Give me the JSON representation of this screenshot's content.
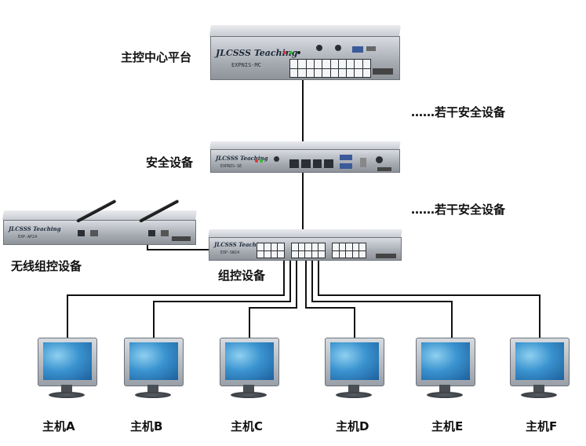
{
  "labels": {
    "central_platform": "主控中心平台",
    "security_device": "安全设备",
    "wireless_group_device": "无线组控设备",
    "group_control_device": "组控设备"
  },
  "notes": {
    "security_devices_1": "……若干安全设备",
    "security_devices_2": "……若干安全设备"
  },
  "devices": {
    "brand": "JLCSSS Teaching",
    "central_model": "EXPNIS-MC",
    "security_model": "EXPNIS-SE",
    "switch_model": "EXP-SW24",
    "wireless_model": "EXP-AP24"
  },
  "hosts": [
    {
      "label": "主机A"
    },
    {
      "label": "主机B"
    },
    {
      "label": "主机C"
    },
    {
      "label": "主机D"
    },
    {
      "label": "主机E"
    },
    {
      "label": "主机F"
    }
  ]
}
